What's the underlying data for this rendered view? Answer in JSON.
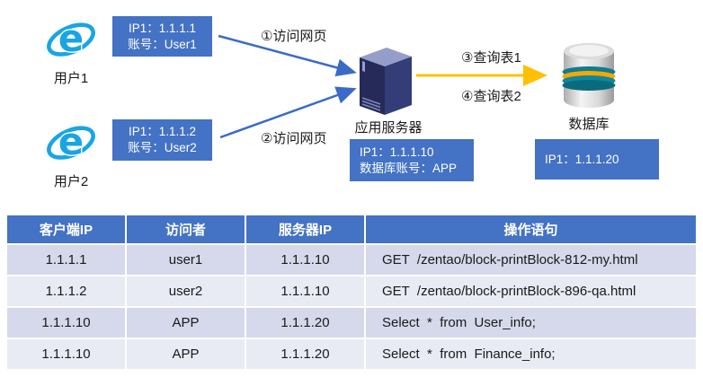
{
  "colors": {
    "box_blue": "#4472C4",
    "arrow_blue": "#3B6BC6",
    "arrow_yellow": "#FFC000",
    "table_header_blue": "#4472C4",
    "row_dark": "#D5D9EB",
    "row_light": "#E9EBF4",
    "ie_blue": "#18A5E4",
    "server_navy": "#252A58",
    "db_teal": "#0E7C92",
    "db_orange": "#F5A800"
  },
  "diagram": {
    "user1": {
      "label": "用户1",
      "info_lines": [
        "IP1：1.1.1.1",
        "账号：User1"
      ]
    },
    "user2": {
      "label": "用户2",
      "info_lines": [
        "IP1：1.1.1.2",
        "账号：User2"
      ]
    },
    "server": {
      "label": "应用服务器",
      "info_lines": [
        "IP1：1.1.1.10",
        "数据库账号：APP"
      ]
    },
    "database": {
      "label": "数据库",
      "info_lines": [
        "IP1：1.1.1.20"
      ]
    },
    "arrow_labels": {
      "a1": "①访问网页",
      "a2": "②访问网页",
      "a3": "③查询表1",
      "a4": "④查询表2"
    }
  },
  "table": {
    "headers": [
      "客户端IP",
      "访问者",
      "服务器IP",
      "操作语句"
    ],
    "rows": [
      [
        "1.1.1.1",
        "user1",
        "1.1.1.10",
        "GET  /zentao/block-printBlock-812-my.html"
      ],
      [
        "1.1.1.2",
        "user2",
        "1.1.1.10",
        "GET  /zentao/block-printBlock-896-qa.html"
      ],
      [
        "1.1.1.10",
        "APP",
        "1.1.1.20",
        "Select  *  from  User_info;"
      ],
      [
        "1.1.1.10",
        "APP",
        "1.1.1.20",
        "Select  *  from  Finance_info;"
      ]
    ]
  }
}
